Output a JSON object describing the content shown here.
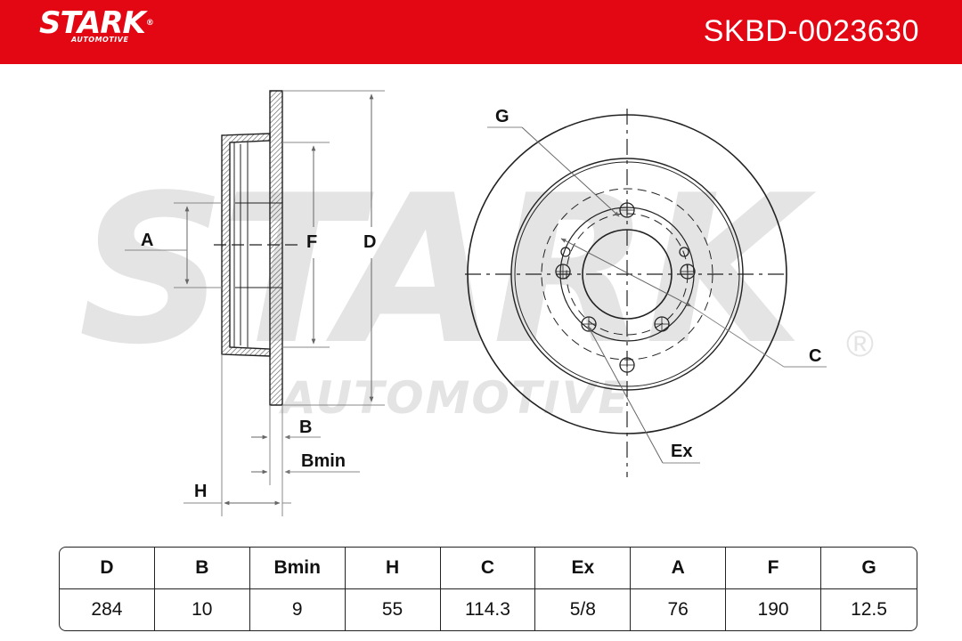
{
  "header": {
    "brand": "STARK",
    "brand_sub": "AUTOMOTIVE",
    "registered_mark": "®",
    "part_number": "SKBD-0023630",
    "color": "#e30613"
  },
  "watermark": {
    "main": "STARK",
    "sub": "AUTOMOTIVE",
    "registered_mark": "®"
  },
  "diagram": {
    "side_view_labels": {
      "A": "A",
      "F": "F",
      "D": "D",
      "B": "B",
      "Bmin": "Bmin",
      "H": "H"
    },
    "front_view_labels": {
      "G": "G",
      "C": "C",
      "Ex": "Ex"
    }
  },
  "specs": {
    "headers": [
      "D",
      "B",
      "Bmin",
      "H",
      "C",
      "Ex",
      "A",
      "F",
      "G"
    ],
    "values": [
      "284",
      "10",
      "9",
      "55",
      "114.3",
      "5/8",
      "76",
      "190",
      "12.5"
    ]
  }
}
